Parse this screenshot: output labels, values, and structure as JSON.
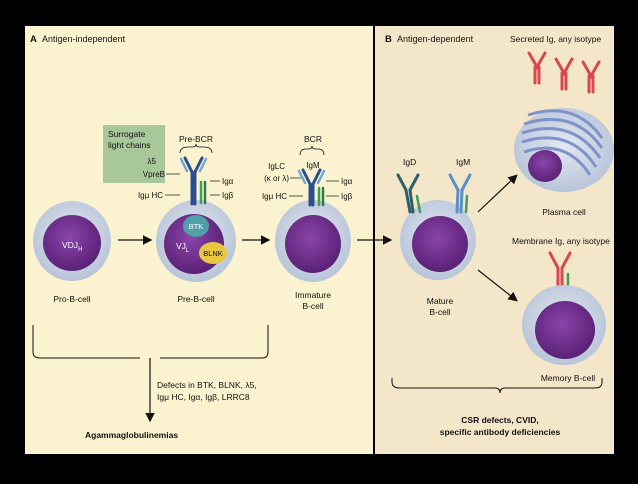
{
  "panel_a": {
    "title_letter": "A",
    "title": "Antigen-independent",
    "surrogate_label": [
      "Surrogate",
      "light chains"
    ],
    "prebcr_label": "Pre-BCR",
    "bcr_label": "BCR",
    "prebcr_left": [
      "λ5",
      "VpreB",
      "Igμ HC"
    ],
    "prebcr_right": [
      "Igα",
      "Igβ"
    ],
    "bcr_left": [
      "IgLC",
      "(κ or λ)",
      "Igμ HC"
    ],
    "bcr_right": [
      "Igα",
      "Igβ"
    ],
    "bcr_top": "IgM",
    "probcell_nucleus": "VDJ",
    "probcell_nucleus_sub": "H",
    "prebcell_nucleus": "VJ",
    "prebcell_nucleus_sub": "L",
    "btk": "BTK",
    "blnk": "BLNK",
    "cell_labels": {
      "pro": "Pro-B-cell",
      "pre": "Pre-B-cell",
      "immature_1": "Immature",
      "immature_2": "B-cell"
    },
    "defects": [
      "Defects in BTK, BLNK, λ5,",
      "Igμ HC, Igα, Igβ, LRRC8"
    ],
    "outcome": "Agammaglobulinemias"
  },
  "panel_b": {
    "title_letter": "B",
    "title": "Antigen-dependent",
    "secreted": "Secreted Ig, any isotype",
    "membrane": "Membrane Ig, any isotype",
    "igd": "IgD",
    "igm": "IgM",
    "mature_1": "Mature",
    "mature_2": "B-cell",
    "plasma": "Plasma cell",
    "memory": "Memory B-cell",
    "outcome": [
      "CSR defects, CVID,",
      "specific antibody deficiencies"
    ]
  },
  "colors": {
    "panel_a_bg": "#fbf3cf",
    "panel_b_bg": "#f4e6c9",
    "cell_outer": "#c9d3e3",
    "nucleus": "#6f2f8f",
    "surrogate_box": "#a9c89a",
    "antibody_blue": "#5b8fc8",
    "antibody_dark": "#2f5f6a",
    "antibody_red": "#d8484c",
    "igab_green": "#3aa05a",
    "btk": "#4fa0a8",
    "blnk": "#e8c640"
  }
}
